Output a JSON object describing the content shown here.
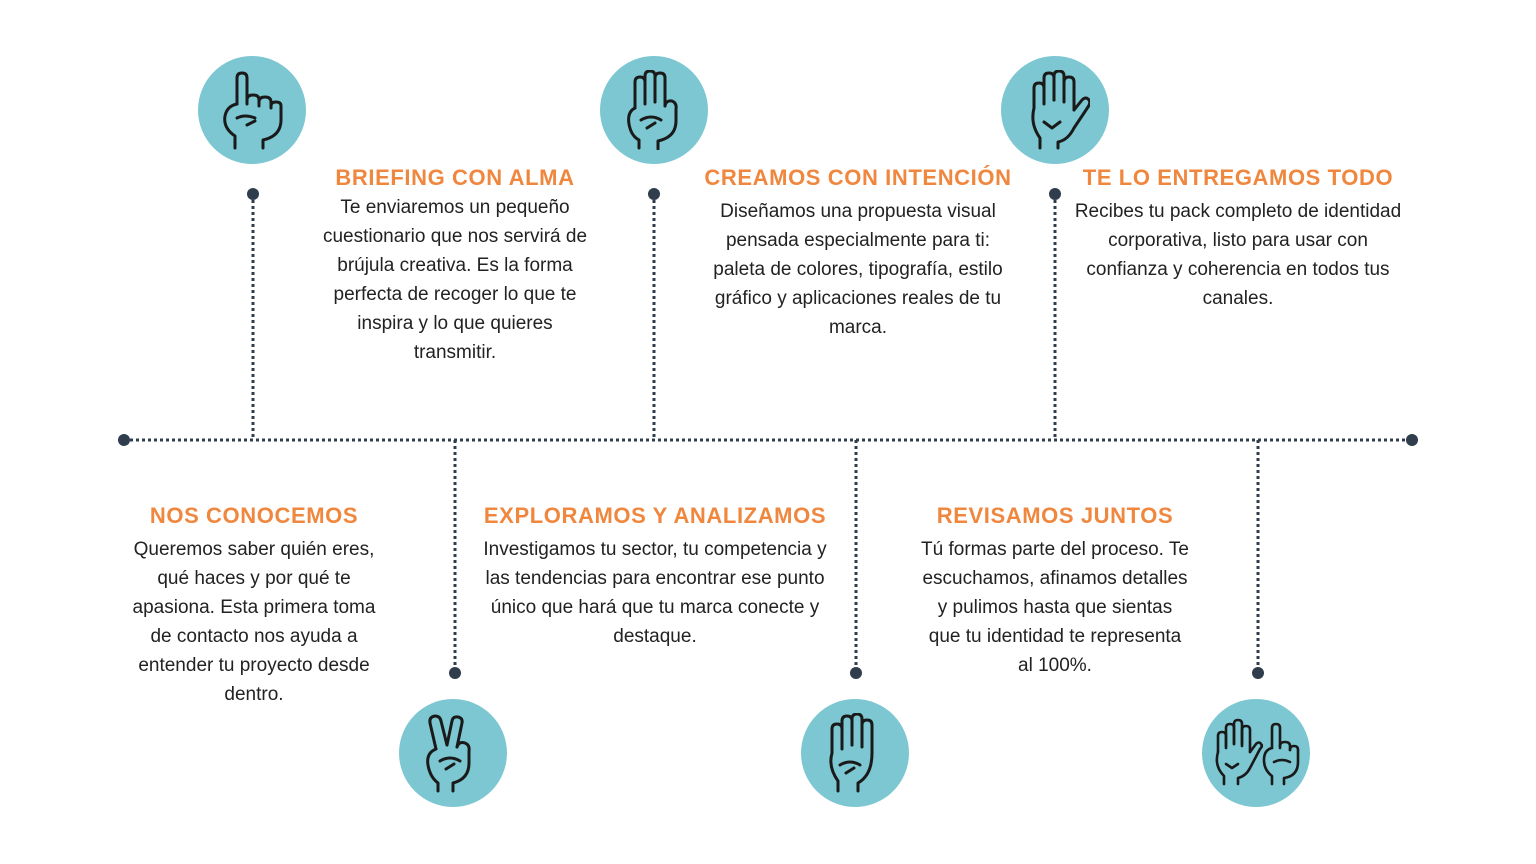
{
  "colors": {
    "circle": "#7cc7d2",
    "title": "#f0873f",
    "line": "#2f3d4d",
    "text": "#222222"
  },
  "steps": [
    {
      "title": "NOS CONOCEMOS",
      "description": "Queremos saber quién eres, qué haces y por qué te apasiona. Esta primera toma de contacto nos ayuda a entender tu proyecto desde dentro.",
      "icon": "one-finger-hand-icon",
      "fingers": 1
    },
    {
      "title": "BRIEFING CON ALMA",
      "description": "Te enviaremos un pequeño cuestionario que nos servirá de brújula creativa. Es la forma perfecta de recoger lo que te inspira y lo que quieres transmitir.",
      "icon": "two-finger-hand-icon",
      "fingers": 2
    },
    {
      "title": "EXPLORAMOS Y ANALIZAMOS",
      "description": "Investigamos tu sector, tu competencia y las tendencias para encontrar ese punto único que hará que tu marca conecte y destaque.",
      "icon": "three-finger-hand-icon",
      "fingers": 3
    },
    {
      "title": "CREAMOS CON INTENCIÓN",
      "description": "Diseñamos una propuesta visual pensada especialmente para ti: paleta de colores, tipografía, estilo gráfico y aplicaciones reales de tu marca.",
      "icon": "four-finger-hand-icon",
      "fingers": 4
    },
    {
      "title": "REVISAMOS JUNTOS",
      "description": "Tú formas parte del proceso. Te escuchamos, afinamos detalles y pulimos hasta que sientas que tu identidad te representa al 100%.",
      "icon": "open-hand-icon",
      "fingers": 5
    },
    {
      "title": "TE LO ENTREGAMOS TODO",
      "description": "Recibes tu pack completo de identidad corporativa, listo para usar con confianza y coherencia en todos tus canales.",
      "icon": "six-fingers-hands-icon",
      "fingers": 6
    }
  ]
}
